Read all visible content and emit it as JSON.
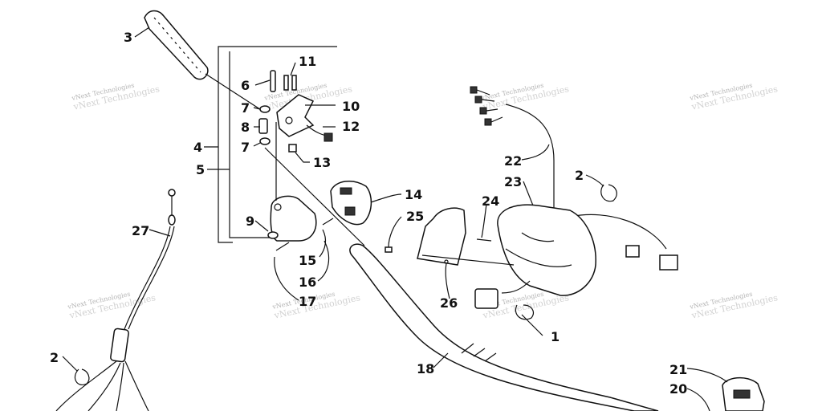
{
  "watermark": "vNext Technologies",
  "callouts": [
    "3",
    "6",
    "11",
    "7",
    "10",
    "8",
    "12",
    "4",
    "7",
    "13",
    "5",
    "14",
    "9",
    "15",
    "16",
    "17",
    "27",
    "2",
    "18",
    "22",
    "23",
    "2",
    "24",
    "25",
    "26",
    "1",
    "21",
    "20"
  ]
}
